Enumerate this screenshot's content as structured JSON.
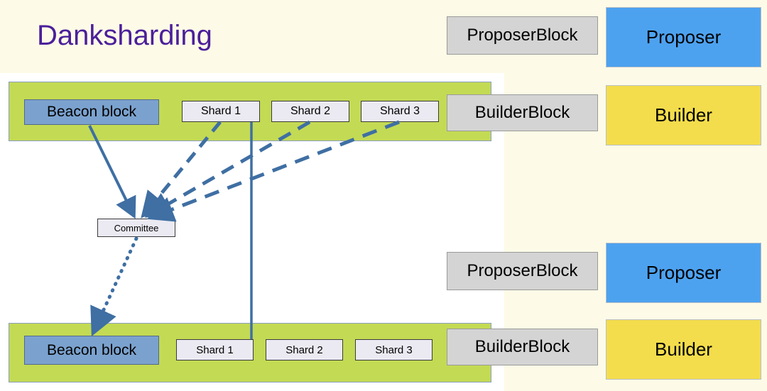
{
  "title": "Danksharding",
  "colors": {
    "page_background": "#fdfbe7",
    "inner_panel": "#ffffff",
    "title_text": "#4b1f9b",
    "slot_bar": "#c3da54",
    "beacon_block": "#7ba2ce",
    "shard_chip": "#ebeaf2",
    "grey_block": "#d4d4d4",
    "proposer": "#4da2f0",
    "builder": "#f4dd4c",
    "connector": "#3f6fa3"
  },
  "slots": [
    {
      "id": "slot-top",
      "beacon_block": "Beacon block",
      "shards": [
        "Shard 1",
        "Shard 2",
        "Shard 3"
      ],
      "builder_block": "BuilderBlock",
      "proposer_block": "ProposerBlock",
      "proposer": "Proposer",
      "builder": "Builder"
    },
    {
      "id": "slot-bottom",
      "beacon_block": "Beacon block",
      "shards": [
        "Shard 1",
        "Shard 2",
        "Shard 3"
      ],
      "builder_block": "BuilderBlock",
      "proposer_block": "ProposerBlock",
      "proposer": "Proposer",
      "builder": "Builder"
    }
  ],
  "committee": "Committee",
  "connectors": [
    {
      "name": "beacon-to-committee",
      "style": "solid-arrow"
    },
    {
      "name": "shard1-to-committee",
      "style": "dashed-arrow"
    },
    {
      "name": "shard2-to-committee",
      "style": "dashed-arrow"
    },
    {
      "name": "shard3-to-committee",
      "style": "dashed-arrow"
    },
    {
      "name": "committee-to-next-beacon",
      "style": "dotted-arrow"
    },
    {
      "name": "slot-link-vertical",
      "style": "solid-line"
    }
  ]
}
